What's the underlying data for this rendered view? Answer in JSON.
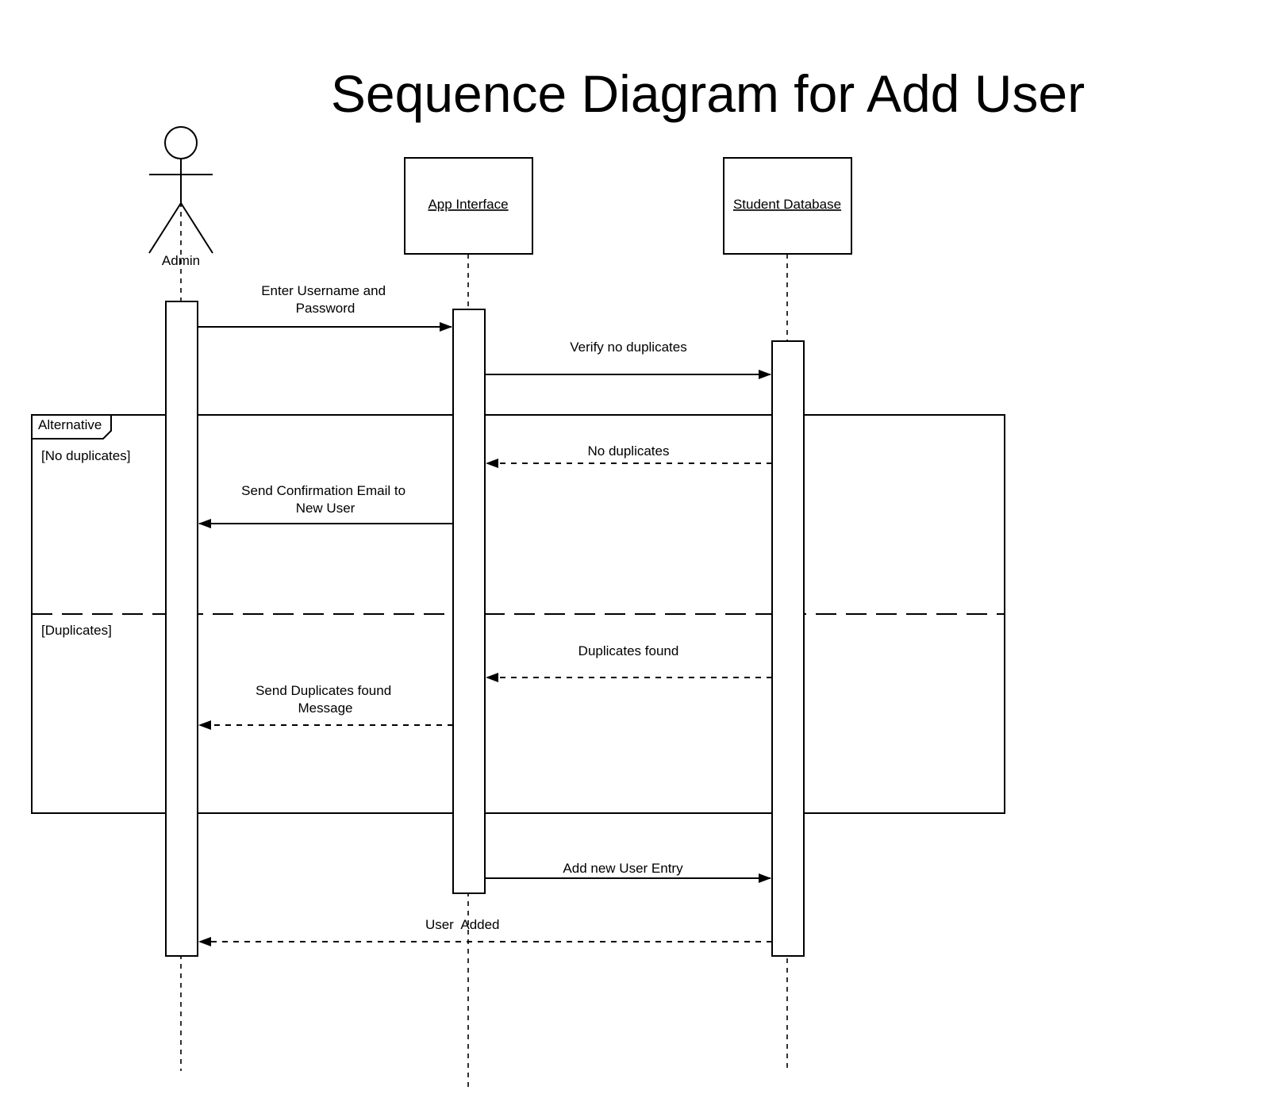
{
  "title": "Sequence Diagram for Add User",
  "participants": [
    {
      "id": "admin",
      "kind": "actor",
      "label": "Admin"
    },
    {
      "id": "app",
      "kind": "object",
      "label": "App Interface"
    },
    {
      "id": "db",
      "kind": "object",
      "label": "Student Database"
    }
  ],
  "fragment": {
    "operator": "Alternative",
    "operands": [
      {
        "guard": "[No duplicates]"
      },
      {
        "guard": "[Duplicates]"
      }
    ]
  },
  "messages": [
    {
      "id": "m1",
      "from": "admin",
      "to": "app",
      "style": "sync",
      "label_lines": [
        "Enter Username and",
        "Password"
      ]
    },
    {
      "id": "m2",
      "from": "app",
      "to": "db",
      "style": "sync",
      "label_lines": [
        "Verify no duplicates"
      ]
    },
    {
      "id": "m3",
      "from": "db",
      "to": "app",
      "style": "return",
      "label_lines": [
        "No duplicates"
      ]
    },
    {
      "id": "m4",
      "from": "app",
      "to": "admin",
      "style": "sync",
      "label_lines": [
        "Send Confirmation Email to",
        "New User"
      ]
    },
    {
      "id": "m5",
      "from": "db",
      "to": "app",
      "style": "return",
      "label_lines": [
        "Duplicates found"
      ]
    },
    {
      "id": "m6",
      "from": "app",
      "to": "admin",
      "style": "return",
      "label_lines": [
        "Send Duplicates found",
        "Message"
      ]
    },
    {
      "id": "m7",
      "from": "app",
      "to": "db",
      "style": "sync",
      "label_lines": [
        "Add new User Entry"
      ]
    },
    {
      "id": "m8",
      "from": "db",
      "to": "admin",
      "style": "return",
      "label_lines": [
        "User  Added"
      ]
    }
  ]
}
